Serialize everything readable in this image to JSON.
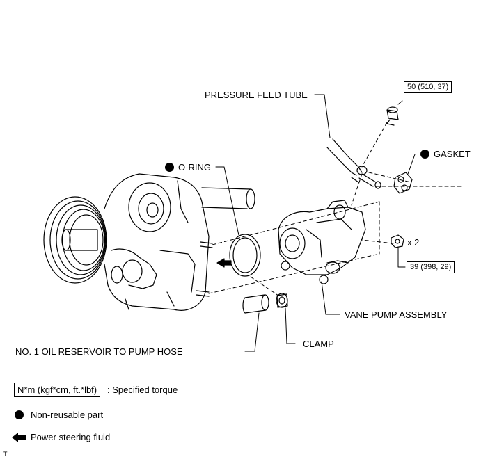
{
  "labels": {
    "pressure_feed_tube": "PRESSURE FEED TUBE",
    "o_ring": "O-RING",
    "gasket": "GASKET",
    "vane_pump_assembly": "VANE PUMP ASSEMBLY",
    "clamp": "CLAMP",
    "reservoir_hose": "NO. 1 OIL RESERVOIR TO PUMP HOSE",
    "qty": "x 2"
  },
  "torques": {
    "union_bolt": "50 (510, 37)",
    "nut": "39 (398, 29)"
  },
  "legend": {
    "torque_unit": "N*m (kgf*cm, ft.*lbf)",
    "torque_desc": ": Specified torque",
    "non_reusable": "Non-reusable part",
    "fluid": "Power steering fluid"
  },
  "corner_mark": "T",
  "colors": {
    "ink": "#000000",
    "background": "#ffffff"
  },
  "icons": {
    "non_reusable": "filled-circle-icon",
    "fluid": "left-arrow-icon"
  }
}
